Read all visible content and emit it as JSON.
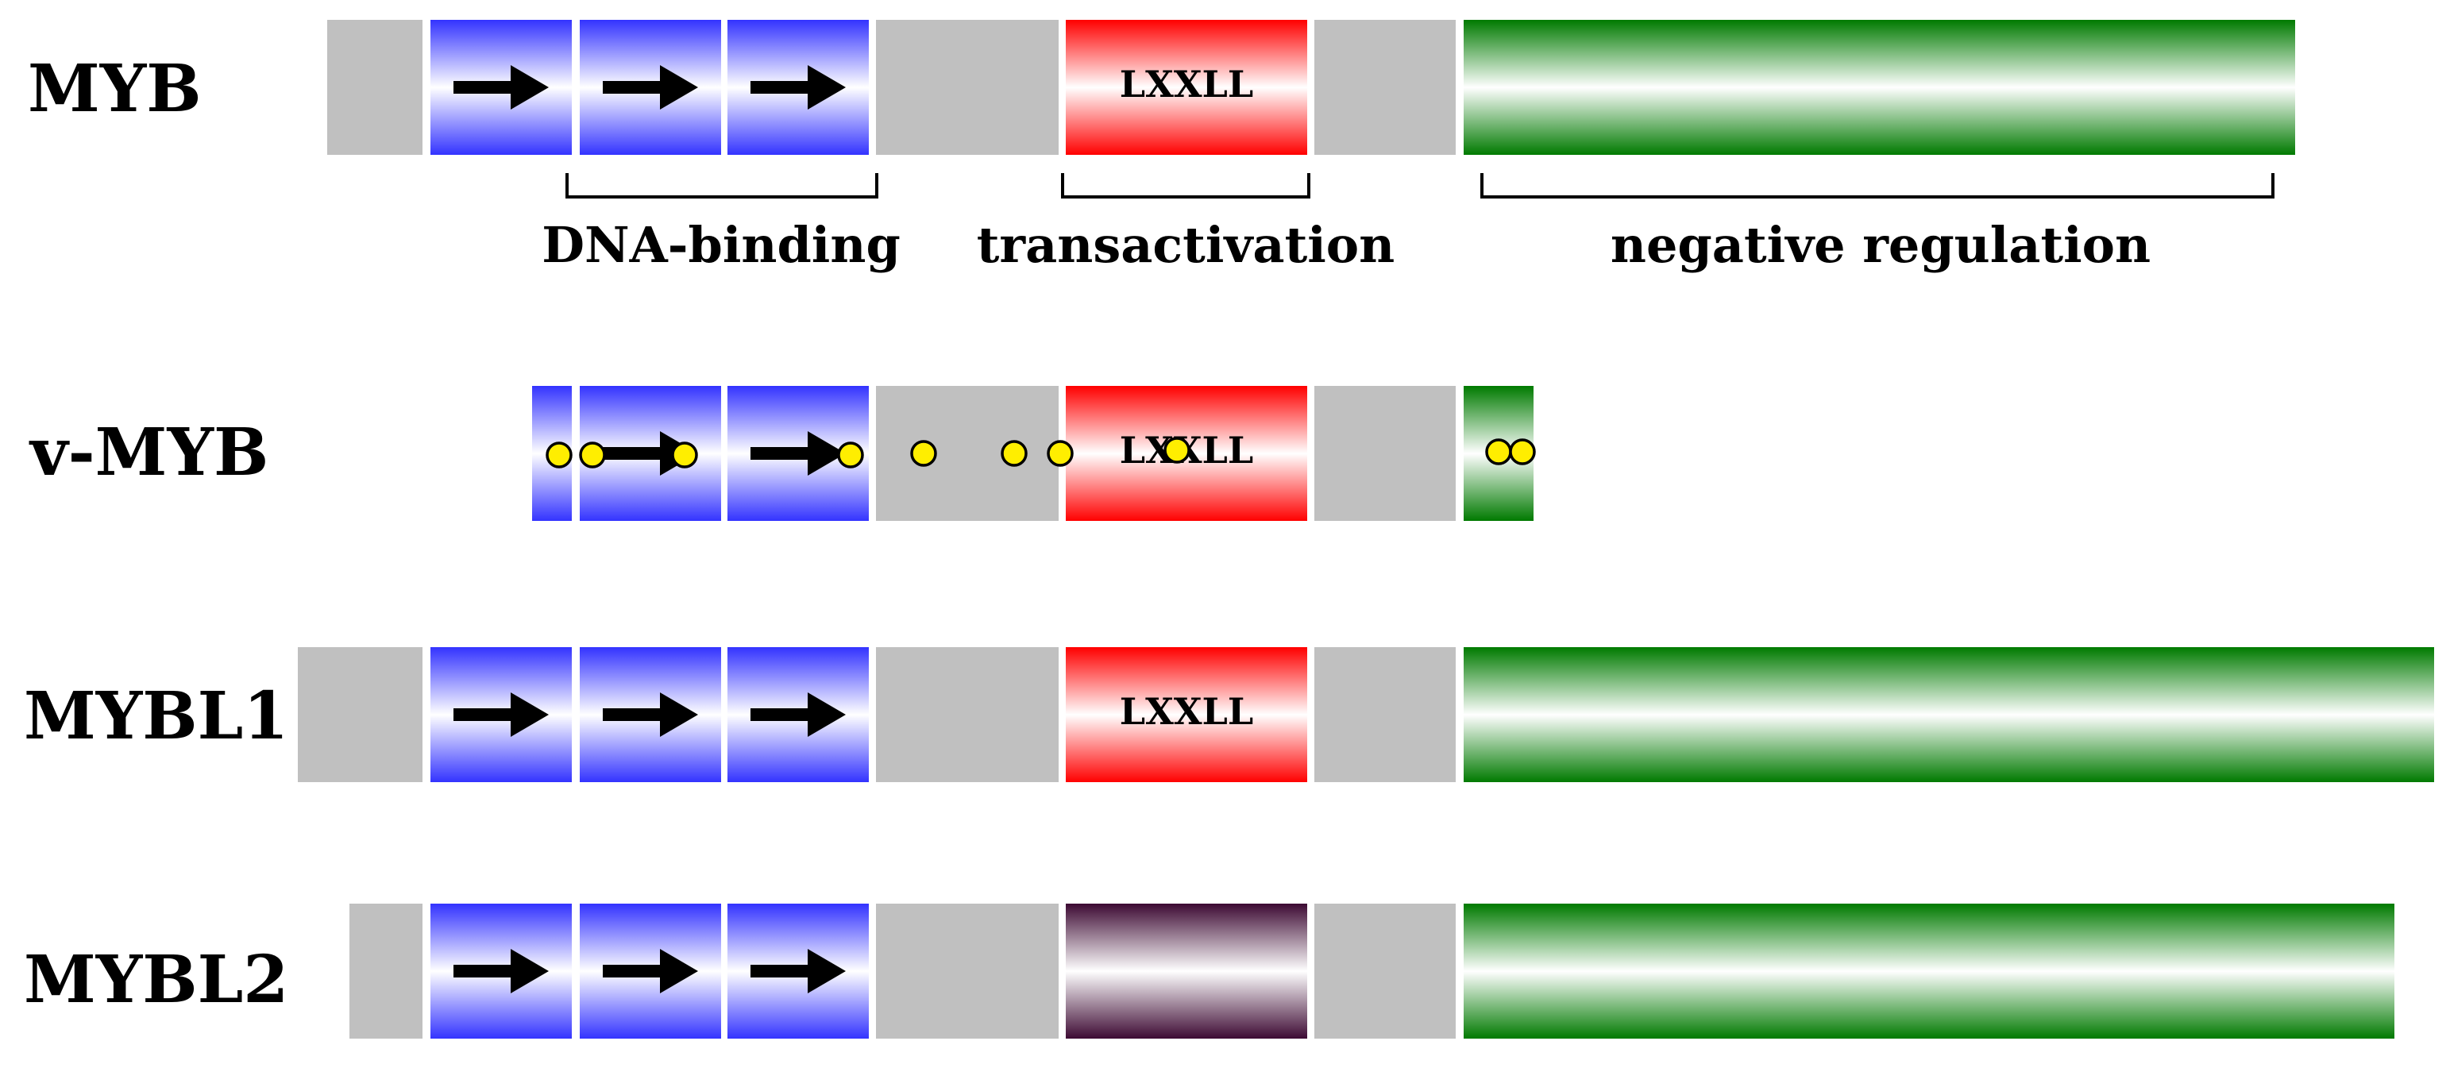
{
  "proteins": {
    "myb": {
      "name": "MYB"
    },
    "vmyb": {
      "name": "v-MYB"
    },
    "mybl1": {
      "name": "MYBL1"
    },
    "mybl2": {
      "name": "MYBL2"
    }
  },
  "motif_label": "LXXLL",
  "domain_annotations": {
    "dna_binding": "DNA-binding",
    "transactivation": "transactivation",
    "negative_regulation": "negative regulation"
  },
  "colors": {
    "linker": "#c0c0c0",
    "dna_binding_repeat": "#3333ff",
    "transactivation": "#ff0000",
    "transactivation_mybl2": "#3d0a33",
    "negative_regulation": "#007a00",
    "mutation_dot": "#ffee00",
    "arrow": "#000000"
  },
  "legend": []
}
